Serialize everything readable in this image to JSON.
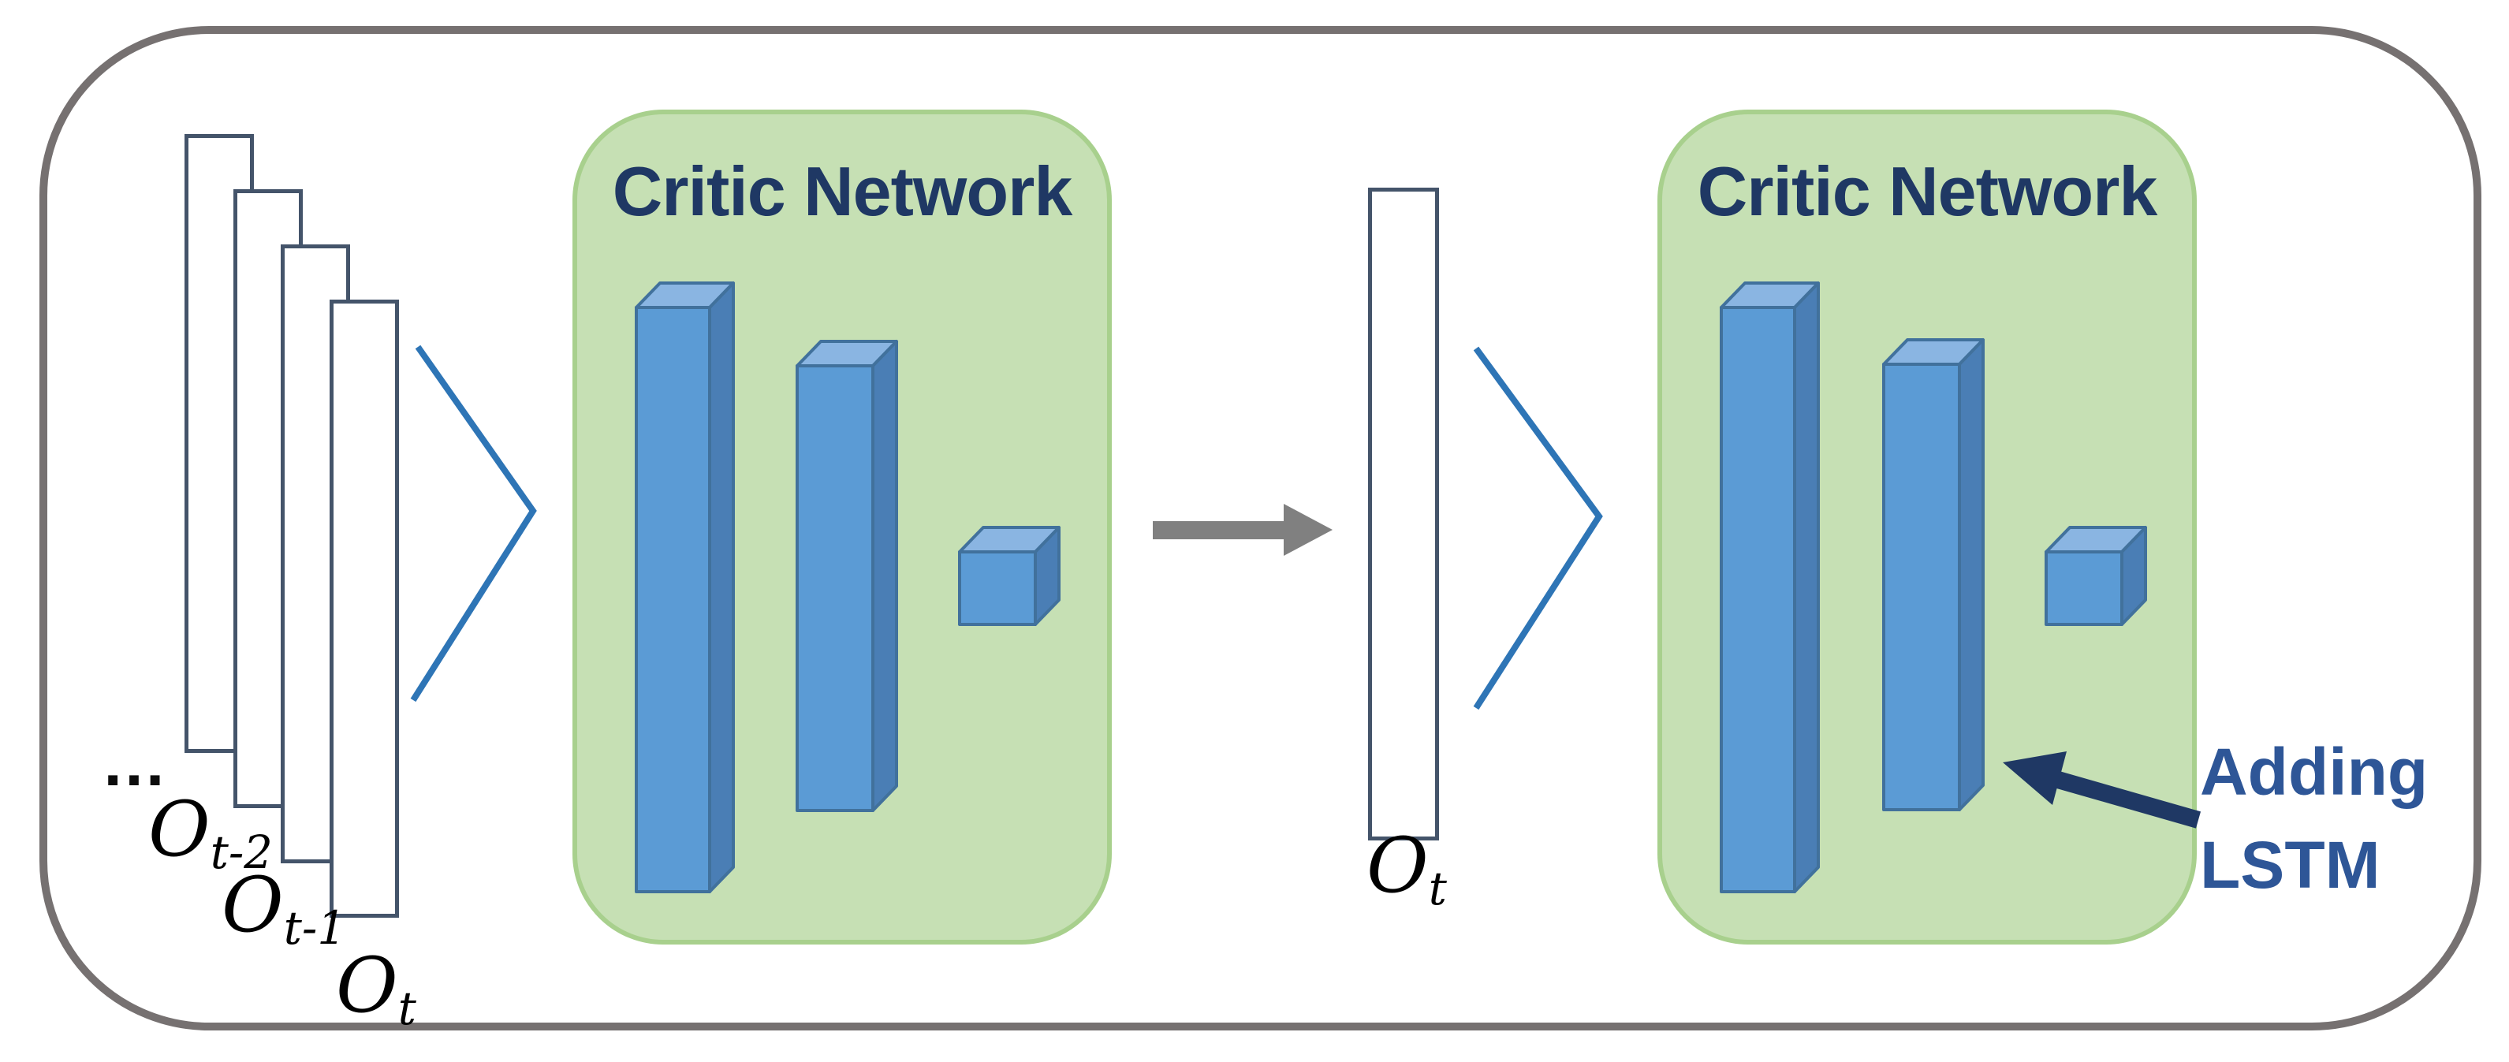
{
  "diagram": {
    "left_group": {
      "ellipsis": "…",
      "labels": [
        {
          "main": "O",
          "sub": "t-2"
        },
        {
          "main": "O",
          "sub": "t-1"
        },
        {
          "main": "O",
          "sub": "t"
        }
      ]
    },
    "critic_box_1": {
      "title": "Critic Network"
    },
    "critic_box_2": {
      "title": "Critic Network"
    },
    "middle_label": {
      "main": "O",
      "sub": "t"
    },
    "annotation": {
      "line1": "Adding",
      "line2": "LSTM"
    }
  },
  "icons": {
    "chevron_left": "funnel-chevron",
    "chevron_right": "funnel-chevron",
    "gray_arrow": "right-arrow",
    "lstm_arrow": "up-left-arrow"
  },
  "colors": {
    "frame_border": "#767171",
    "rect_outline": "#44546A",
    "chevron_blue": "#2E75B6",
    "green_fill": "#C6E0B4",
    "green_border": "#A8D08D",
    "bar_front": "#5B9BD5",
    "bar_top": "#8AB5E2",
    "bar_side": "#4A7EB5",
    "bar_outline": "#41719C",
    "title_navy": "#1F3864",
    "gray_arrow": "#808080",
    "navy_arrow": "#1F3864",
    "annotation_blue": "#2E5697"
  }
}
